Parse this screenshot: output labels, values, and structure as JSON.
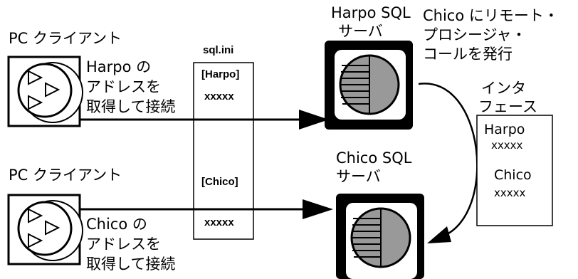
{
  "client_top": {
    "title": "PC クライアント",
    "note_lines": [
      "Harpo の",
      "アドレスを",
      "取得して接続"
    ]
  },
  "client_bottom": {
    "title": "PC クライアント",
    "note_lines": [
      "Chico の",
      "アドレスを",
      "取得して接続"
    ]
  },
  "sql_ini": {
    "label": "sql.ini",
    "harpo_section": "[Harpo]",
    "harpo_value": "xxxxx",
    "chico_section": "[Chico]",
    "chico_value": "xxxxx"
  },
  "server_harpo": {
    "name_lines": [
      "Harpo SQL",
      "サーバ"
    ]
  },
  "server_chico": {
    "name_lines": [
      "Chico SQL",
      "サーバ"
    ]
  },
  "rpc_note": {
    "lines": [
      "Chico にリモート・",
      "プロシージャ・",
      "コールを発行"
    ]
  },
  "interfaces": {
    "title_lines": [
      "インタ",
      "フェース"
    ],
    "harpo_name": "Harpo",
    "harpo_value": "xxxxx",
    "chico_name": "Chico",
    "chico_value": "xxxxx"
  }
}
